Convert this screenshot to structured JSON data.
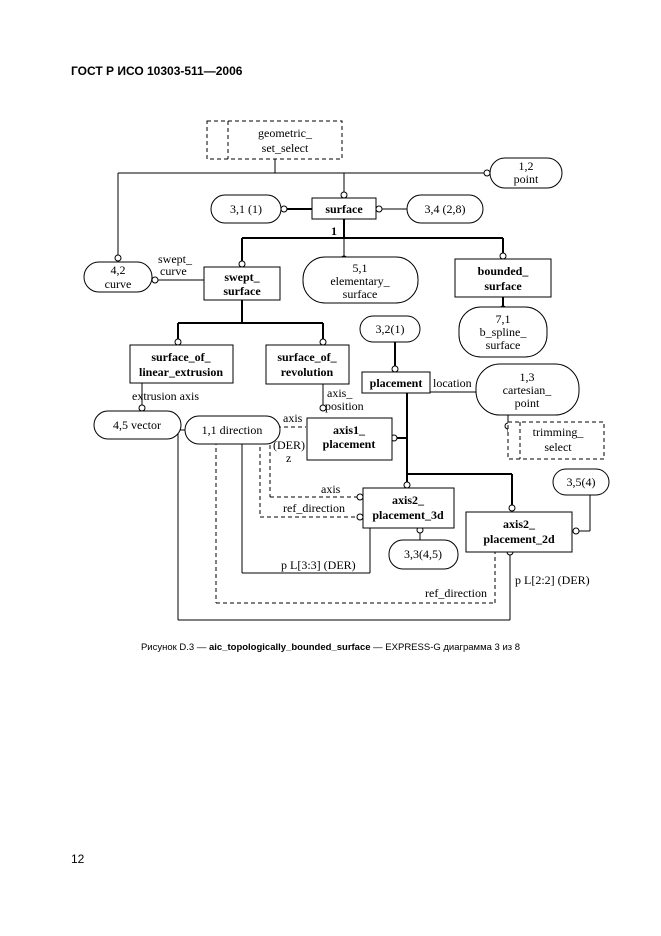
{
  "header": {
    "title": "ГОСТ Р ИСО 10303-511—2006"
  },
  "caption": {
    "prefix": "Рисунок D.3 — ",
    "schema": "aic_topologically_bounded_surface",
    "suffix": " — EXPRESS-G диаграмма 3 из 8"
  },
  "page_number": "12",
  "entities": {
    "surface": "surface",
    "swept_surface": [
      "swept_",
      "surface"
    ],
    "bounded_surface": [
      "bounded_",
      "surface"
    ],
    "surface_of_linear_extrusion": [
      "surface_of_",
      "linear_extrusion"
    ],
    "surface_of_revolution": [
      "surface_of_",
      "revolution"
    ],
    "placement": "placement",
    "axis1_placement": [
      "axis1_",
      "placement"
    ],
    "axis2_placement_3d": [
      "axis2_",
      "placement_3d"
    ],
    "axis2_placement_2d": [
      "axis2_",
      "placement_2d"
    ]
  },
  "selects": {
    "geometric_set_select": [
      "geometric_",
      "set_select"
    ],
    "trimming_select": [
      "trimming_",
      "select"
    ]
  },
  "refs": {
    "point": [
      "1,2",
      "point"
    ],
    "surface_left": "3,1 (1)",
    "surface_right": "3,4 (2,8)",
    "curve": [
      "4,2",
      "curve"
    ],
    "elementary_surface": [
      "5,1",
      "elementary_",
      "surface"
    ],
    "b_spline_surface": [
      "7,1",
      "b_spline_",
      "surface"
    ],
    "placement_top": "3,2(1)",
    "cartesian_point": [
      "1,3",
      "cartesian_",
      "point"
    ],
    "vector": "4,5 vector",
    "direction": "1,1 direction",
    "axis2_3d_ref": "3,3(4,5)",
    "axis2_2d_ref": "3,5(4)"
  },
  "labels": {
    "one": "1",
    "swept_curve": [
      "swept_",
      "curve"
    ],
    "extrusion_axis": "extrusion  axis",
    "axis_position": [
      "axis_",
      "position"
    ],
    "axis": "axis",
    "der_z": [
      "(DER)",
      "z"
    ],
    "location": "location",
    "axis_3d": "axis",
    "ref_direction_3d": "ref_direction",
    "p_3d": "p L[3:3] (DER)",
    "ref_direction_2d": "ref_direction",
    "p_2d": "p  L[2:2] (DER)"
  }
}
